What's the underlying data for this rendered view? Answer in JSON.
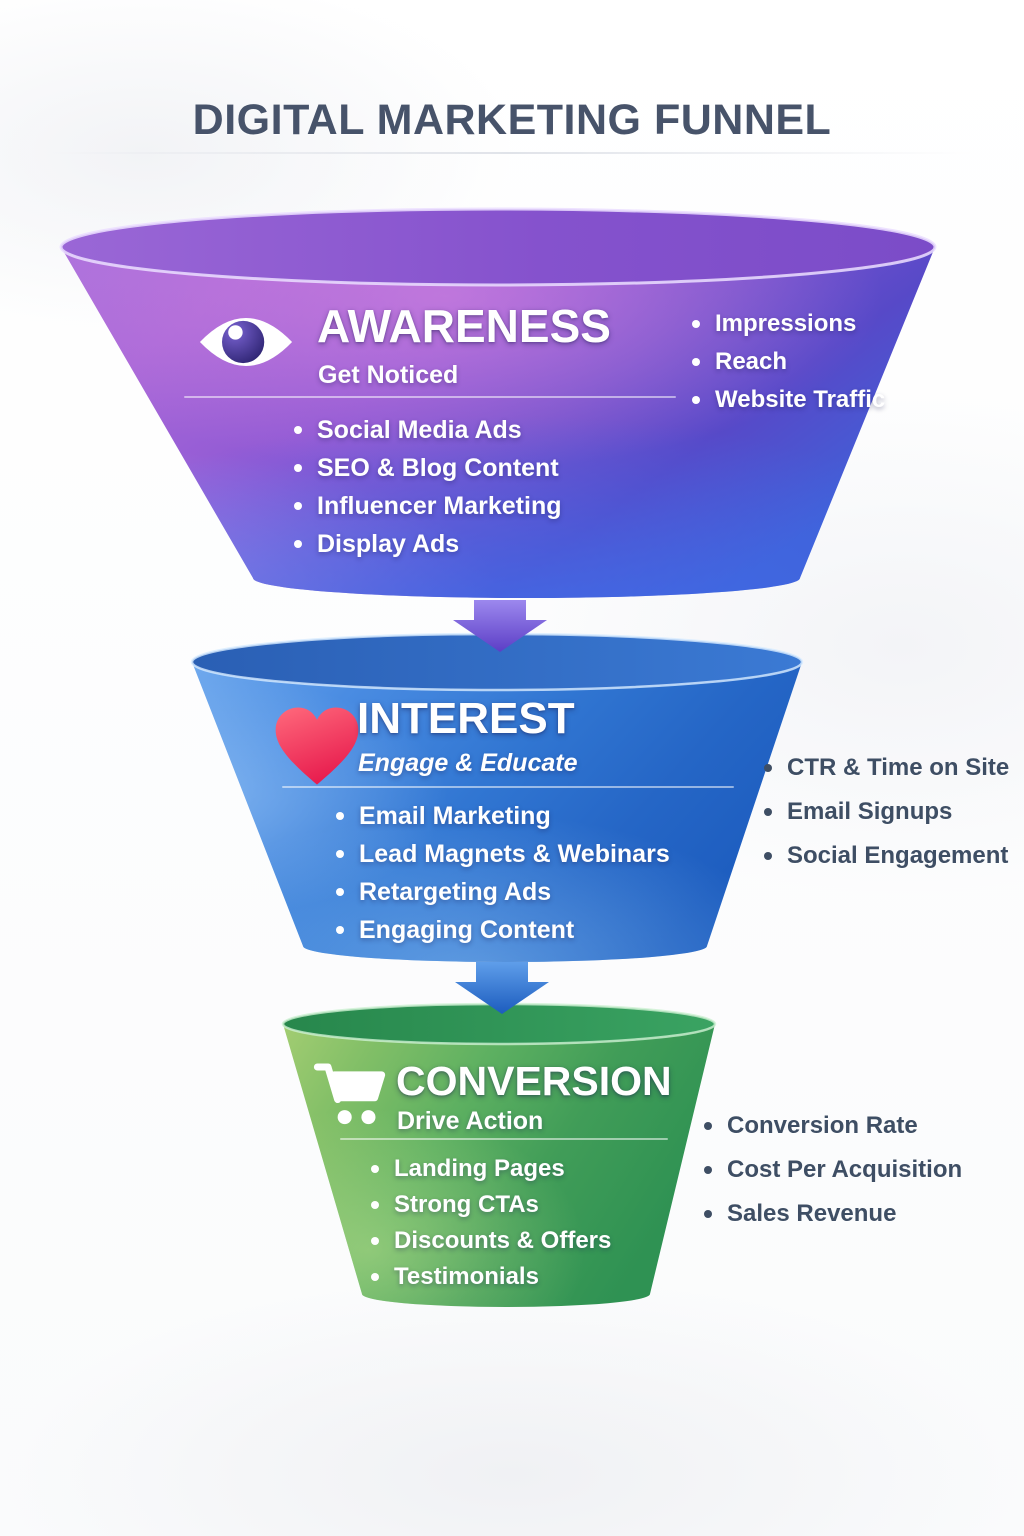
{
  "title": "DIGITAL MARKETING FUNNEL",
  "colors": {
    "title_text": "#47536A",
    "awareness_purple": "#8B5CF6",
    "interest_blue": "#2E6FCB",
    "conversion_green": "#3FA35C",
    "heart_red": "#F23B5F",
    "metric_text_dark": "#3E4E64",
    "stage_text": "#FFFFFF"
  },
  "stages": [
    {
      "name": "AWARENESS",
      "tagline": "Get Noticed",
      "icon": "eye-icon",
      "tactics": [
        "Social Media Ads",
        "SEO & Blog Content",
        "Influencer Marketing",
        "Display Ads"
      ],
      "metrics": [
        "Impressions",
        "Reach",
        "Website Traffic"
      ]
    },
    {
      "name": "INTEREST",
      "tagline": "Engage & Educate",
      "icon": "heart-icon",
      "tactics": [
        "Email Marketing",
        "Lead Magnets & Webinars",
        "Retargeting Ads",
        "Engaging Content"
      ],
      "metrics": [
        "CTR & Time on Site",
        "Email Signups",
        "Social Engagement"
      ]
    },
    {
      "name": "CONVERSION",
      "tagline": "Drive Action",
      "icon": "cart-icon",
      "tactics": [
        "Landing Pages",
        "Strong CTAs",
        "Discounts & Offers",
        "Testimonials"
      ],
      "metrics": [
        "Conversion Rate",
        "Cost Per Acquisition",
        "Sales Revenue"
      ]
    }
  ]
}
